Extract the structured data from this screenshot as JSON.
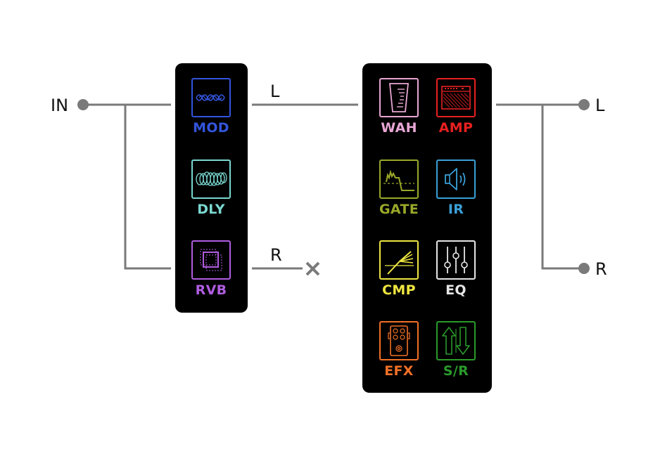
{
  "routing": {
    "input_label": "IN",
    "split_output_left": "L",
    "split_output_right": "R",
    "output_left": "L",
    "output_right": "R"
  },
  "split_panel": {
    "blocks": [
      {
        "id": "mod",
        "label": "MOD",
        "icon": "modulation-wave-icon",
        "color": "#3355dd"
      },
      {
        "id": "dly",
        "label": "DLY",
        "icon": "delay-coil-icon",
        "color": "#7ad8d0"
      },
      {
        "id": "rvb",
        "label": "RVB",
        "icon": "reverb-squares-icon",
        "color": "#b05de0"
      }
    ]
  },
  "main_panel": {
    "blocks": [
      {
        "id": "wah",
        "label": "WAH",
        "icon": "wah-pedal-icon",
        "color": "#e8a6d4"
      },
      {
        "id": "amp",
        "label": "AMP",
        "icon": "amp-head-icon",
        "color": "#e82020"
      },
      {
        "id": "gate",
        "label": "GATE",
        "icon": "gate-waveform-icon",
        "color": "#9aa82a"
      },
      {
        "id": "ir",
        "label": "IR",
        "icon": "speaker-icon",
        "color": "#3aa0d8"
      },
      {
        "id": "cmp",
        "label": "CMP",
        "icon": "compressor-curve-icon",
        "color": "#eee640"
      },
      {
        "id": "eq",
        "label": "EQ",
        "icon": "eq-sliders-icon",
        "color": "#e6e6e6"
      },
      {
        "id": "efx",
        "label": "EFX",
        "icon": "stompbox-icon",
        "color": "#f07026"
      },
      {
        "id": "sr",
        "label": "S/R",
        "icon": "send-return-arrows-icon",
        "color": "#2a9a2a"
      }
    ]
  },
  "wire_color": "#7a7a7a"
}
